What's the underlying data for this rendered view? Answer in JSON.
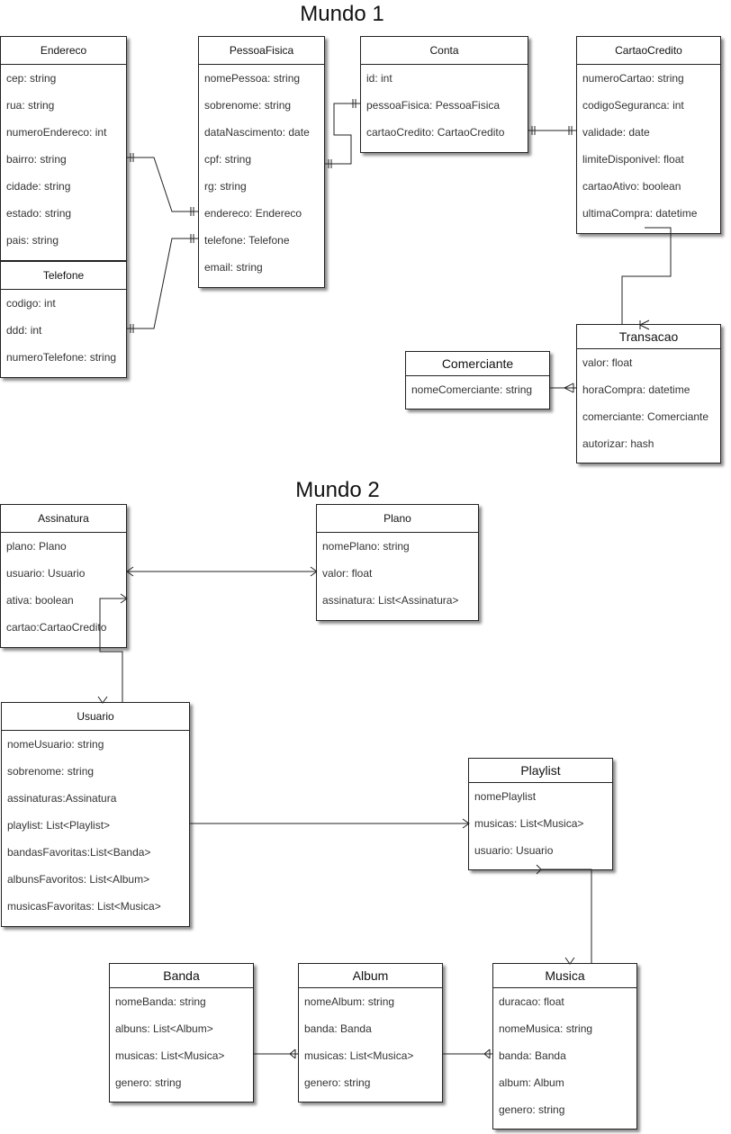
{
  "titles": {
    "mundo1": "Mundo 1",
    "mundo2": "Mundo 2"
  },
  "entities": {
    "endereco": {
      "name": "Endereco",
      "attrs": [
        "cep: string",
        "rua: string",
        "numeroEndereco: int",
        "bairro: string",
        "cidade: string",
        "estado: string",
        "pais: string"
      ]
    },
    "telefone": {
      "name": "Telefone",
      "attrs": [
        "codigo: int",
        "ddd: int",
        "numeroTelefone: string"
      ]
    },
    "pessoaFisica": {
      "name": "PessoaFisica",
      "attrs": [
        "nomePessoa: string",
        "sobrenome: string",
        "dataNascimento: date",
        "cpf: string",
        "rg: string",
        "endereco: Endereco",
        "telefone: Telefone",
        "email: string"
      ]
    },
    "conta": {
      "name": "Conta",
      "attrs": [
        "id: int",
        "pessoaFisica: PessoaFisica",
        "cartaoCredito: CartaoCredito"
      ]
    },
    "cartaoCredito": {
      "name": "CartaoCredito",
      "attrs": [
        "numeroCartao: string",
        "codigoSeguranca: int",
        "validade: date",
        "limiteDisponivel: float",
        "cartaoAtivo: boolean",
        "ultimaCompra: datetime"
      ]
    },
    "transacao": {
      "name": "Transacao",
      "attrs": [
        "valor: float",
        "horaCompra: datetime",
        "comerciante: Comerciante",
        "autorizar: hash"
      ]
    },
    "comerciante": {
      "name": "Comerciante",
      "attrs": [
        "nomeComerciante: string"
      ]
    },
    "assinatura": {
      "name": "Assinatura",
      "attrs": [
        "plano: Plano",
        "usuario: Usuario",
        "ativa: boolean",
        "cartao:CartaoCredito"
      ]
    },
    "plano": {
      "name": "Plano",
      "attrs": [
        "nomePlano: string",
        "valor: float",
        "assinatura: List<Assinatura>"
      ]
    },
    "usuario": {
      "name": "Usuario",
      "attrs": [
        "nomeUsuario: string",
        "sobrenome: string",
        "assinaturas:Assinatura",
        "playlist: List<Playlist>",
        "bandasFavoritas:List<Banda>",
        "albunsFavoritos: List<Album>",
        "musicasFavoritas: List<Musica>"
      ]
    },
    "playlist": {
      "name": "Playlist",
      "attrs": [
        "nomePlaylist",
        "musicas: List<Musica>",
        "usuario: Usuario"
      ]
    },
    "banda": {
      "name": "Banda",
      "attrs": [
        "nomeBanda: string",
        "albuns: List<Album>",
        "musicas: List<Musica>",
        "genero: string"
      ]
    },
    "album": {
      "name": "Album",
      "attrs": [
        "nomeAlbum: string",
        "banda: Banda",
        "musicas: List<Musica>",
        "genero: string"
      ]
    },
    "musica": {
      "name": "Musica",
      "attrs": [
        "duracao: float",
        "nomeMusica: string",
        "banda: Banda",
        "album: Album",
        "genero: string"
      ]
    }
  }
}
